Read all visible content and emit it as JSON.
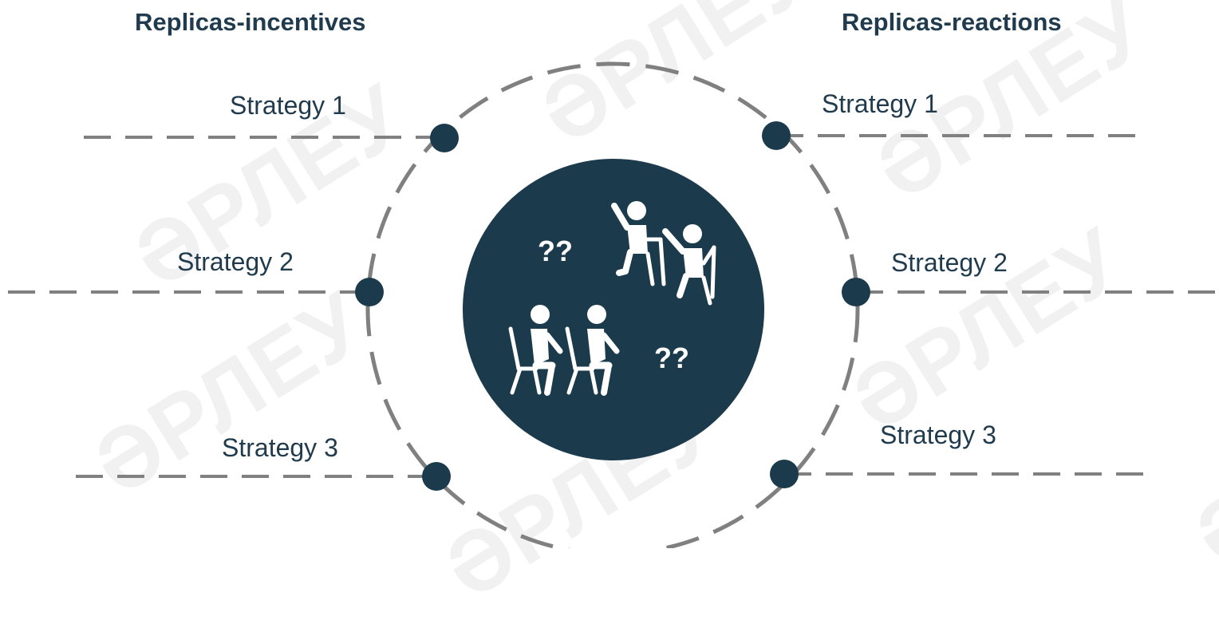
{
  "headings": {
    "left": "Replicas-incentives",
    "right": "Replicas-reactions"
  },
  "left_strategies": [
    "Strategy 1",
    "Strategy 2",
    "Strategy 3"
  ],
  "right_strategies": [
    "Strategy 1",
    "Strategy 2",
    "Strategy 3"
  ],
  "center": {
    "question_marks": [
      "??",
      "??"
    ],
    "icon": "students-raising-hands-icon"
  },
  "watermark_text": "ӘРЛЕУ",
  "colors": {
    "navy": "#1b3a4b",
    "dash": "#808080",
    "text": "#1f3b4d"
  }
}
